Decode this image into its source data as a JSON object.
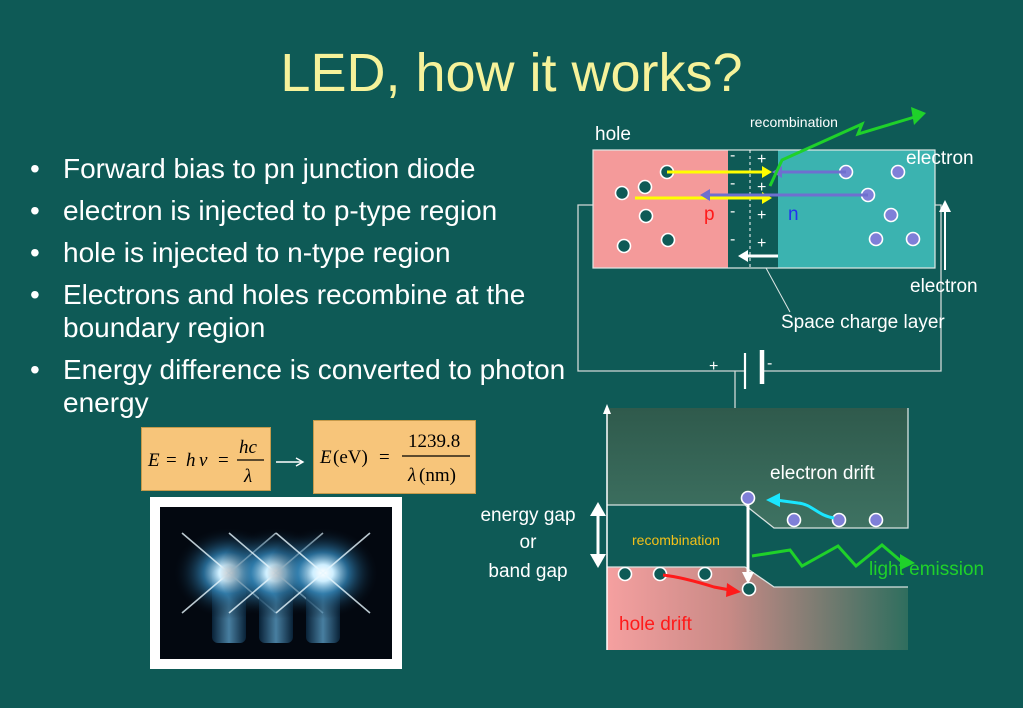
{
  "title": "LED, how it works?",
  "bullets": [
    "Forward bias to pn junction diode",
    "electron is injected to p-type region",
    "hole is injected to n-type region",
    "Electrons and holes recombine at the boundary region",
    "Energy difference is converted to photon energy"
  ],
  "formula1": {
    "lhs": "E",
    "eq1": "=",
    "h": "h",
    "nu": "ν",
    "eq2": "=",
    "num": "hc",
    "den": "λ"
  },
  "formula2": {
    "lhs": "E",
    "unit": "(eV)",
    "eq": "=",
    "num": "1239.8",
    "den_sym": "λ",
    "den_unit": "(nm)"
  },
  "junction": {
    "hole": "hole",
    "recombination": "recombination",
    "electron_top": "electron",
    "p": "p",
    "n": "n",
    "electron_right": "electron",
    "space_charge": "Space charge layer",
    "minus": "-",
    "plus": "+",
    "battery_plus": "+",
    "battery_minus": "-"
  },
  "band": {
    "electron_drift": "electron drift",
    "energy_gap_1": "energy gap",
    "energy_gap_2": "or",
    "energy_gap_3": "band gap",
    "recombination": "recombination",
    "light_emission": "light emission",
    "hole_drift": "hole drift"
  },
  "colors": {
    "background": "#0e5a56",
    "title": "#f6f29a",
    "p_region": "#f49a9a",
    "n_region": "#3bb3b0",
    "formula_box": "#f7c57a",
    "green": "#1fd12a",
    "yellow": "#ffff00",
    "electron": "#7f7fd8",
    "hole_dot": "#0e5a56",
    "red": "#ff1a1a",
    "cyan": "#1ae6ff",
    "recombination_text": "#f3c019"
  }
}
